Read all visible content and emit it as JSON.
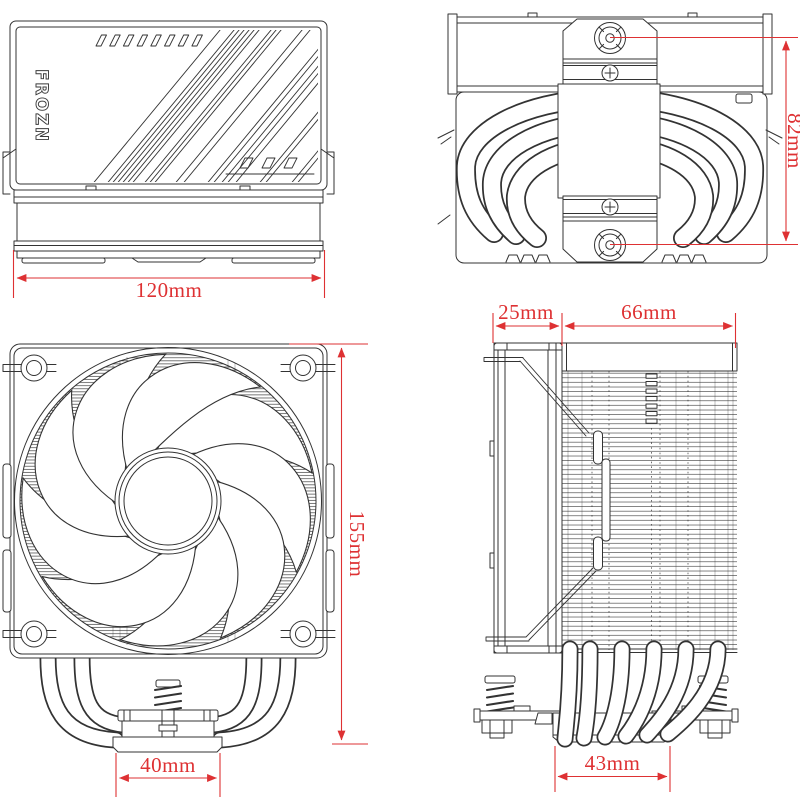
{
  "colors": {
    "line": "#333333",
    "dimension_red": "#de3133",
    "background": "#ffffff"
  },
  "logo": {
    "text": "FROZN"
  },
  "views": {
    "top_cover": {
      "dim_width": "120mm"
    },
    "top": {
      "dim_depth": "82mm"
    },
    "front": {
      "dim_height": "155mm",
      "dim_base_width": "40mm"
    },
    "side": {
      "dim_fan_thickness": "25mm",
      "dim_fin_depth": "66mm",
      "dim_base_width": "43mm"
    }
  }
}
